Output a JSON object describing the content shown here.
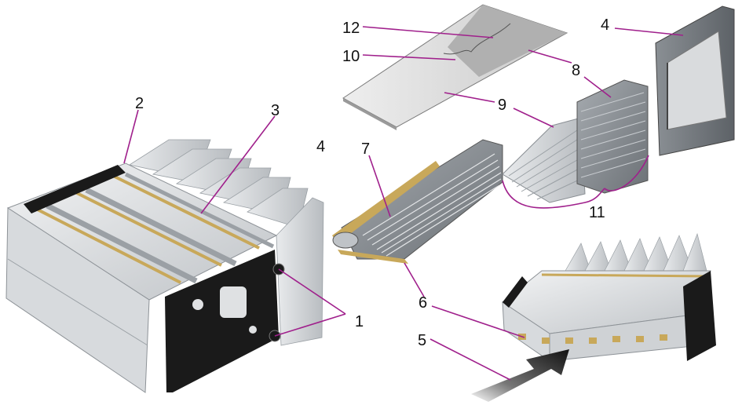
{
  "callouts": {
    "c1": "1",
    "c2": "2",
    "c3": "3",
    "c4a": "4",
    "c4b": "4",
    "c5": "5",
    "c6": "6",
    "c7": "7",
    "c8": "8",
    "c9": "9",
    "c10": "10",
    "c11": "11",
    "c12": "12"
  },
  "colors": {
    "leader": "#a0208c",
    "gold": "#c8a85a",
    "frame_black": "#1a1a1a",
    "sheet_gray": "#d9d9d9",
    "block_dark": "#8c9196",
    "block_light": "#e4e6e8"
  }
}
